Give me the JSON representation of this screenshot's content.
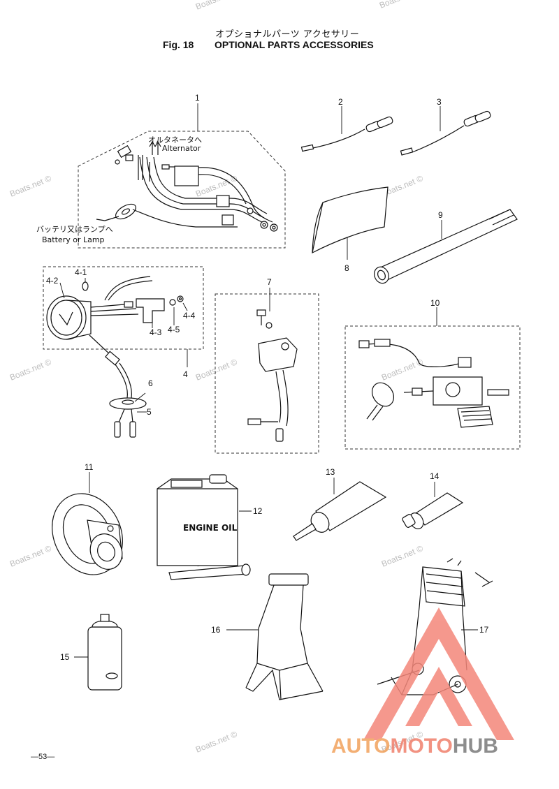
{
  "header": {
    "title_jp": "オプショナルパーツ アクセサリー",
    "fig_label": "Fig. 18",
    "title_en": "OPTIONAL PARTS ACCESSORIES"
  },
  "callouts": {
    "c1": "1",
    "c2": "2",
    "c3": "3",
    "c4": "4",
    "c4_1": "4-1",
    "c4_2": "4-2",
    "c4_3": "4-3",
    "c4_4": "4-4",
    "c4_5": "4-5",
    "c5": "5",
    "c6": "6",
    "c7": "7",
    "c8": "8",
    "c9": "9",
    "c10": "10",
    "c11": "11",
    "c12": "12",
    "c13": "13",
    "c14": "14",
    "c15": "15",
    "c16": "16",
    "c17": "17"
  },
  "notes": {
    "alternator_jp": "オルタネータへ",
    "alternator_en": "Alternator",
    "battery_jp": "バッテリ又はランプへ",
    "battery_en": "Battery or Lamp",
    "engine_oil_label": "ENGINE OIL"
  },
  "watermark": {
    "text": "Boats.net ©"
  },
  "logo": {
    "part1": "AUTO",
    "part2": "MOTO",
    "part3": "HUB",
    "colors": {
      "orange": "#f2a25c",
      "red": "#f07f6c",
      "gray": "#7a7a7a",
      "triangle": "#f4877a"
    }
  },
  "footer": {
    "page_number": "—53—"
  }
}
